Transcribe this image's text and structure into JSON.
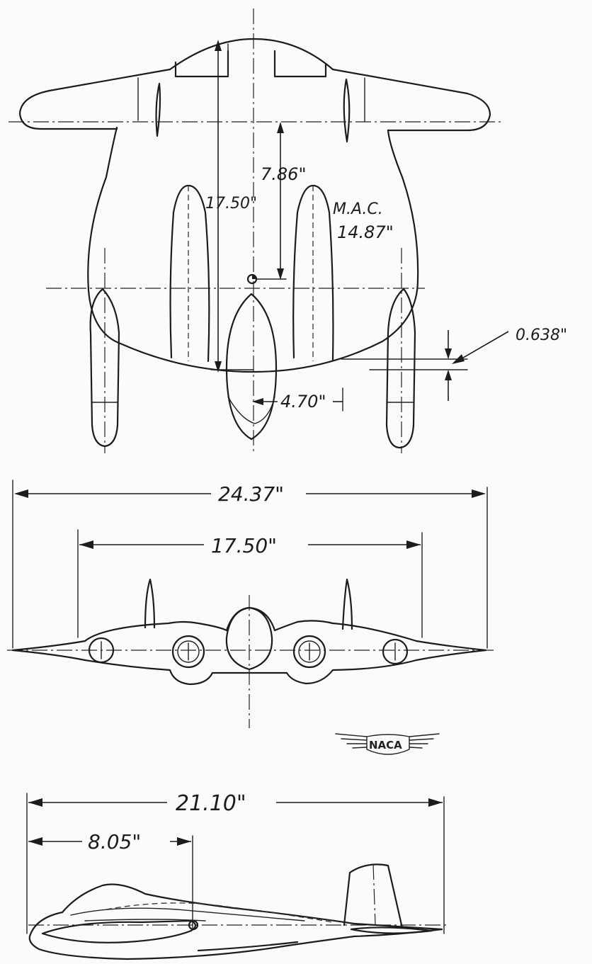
{
  "top_view": {
    "dim_cg_to_le": "7.86\"",
    "dim_fuselage_length": "17.50\"",
    "mac_label": "M.A.C.",
    "mac_value": "14.87\"",
    "dim_offset": "0.638\"",
    "dim_nacelle": "4.70\""
  },
  "front_view": {
    "dim_span": "24.37\"",
    "dim_center_span": "17.50\""
  },
  "logo": {
    "text": "NACA"
  },
  "side_view": {
    "dim_length": "21.10\"",
    "dim_nose_to_cg": "8.05\""
  },
  "colors": {
    "paper": "#fbfbf9",
    "ink": "#1c1c1c"
  }
}
